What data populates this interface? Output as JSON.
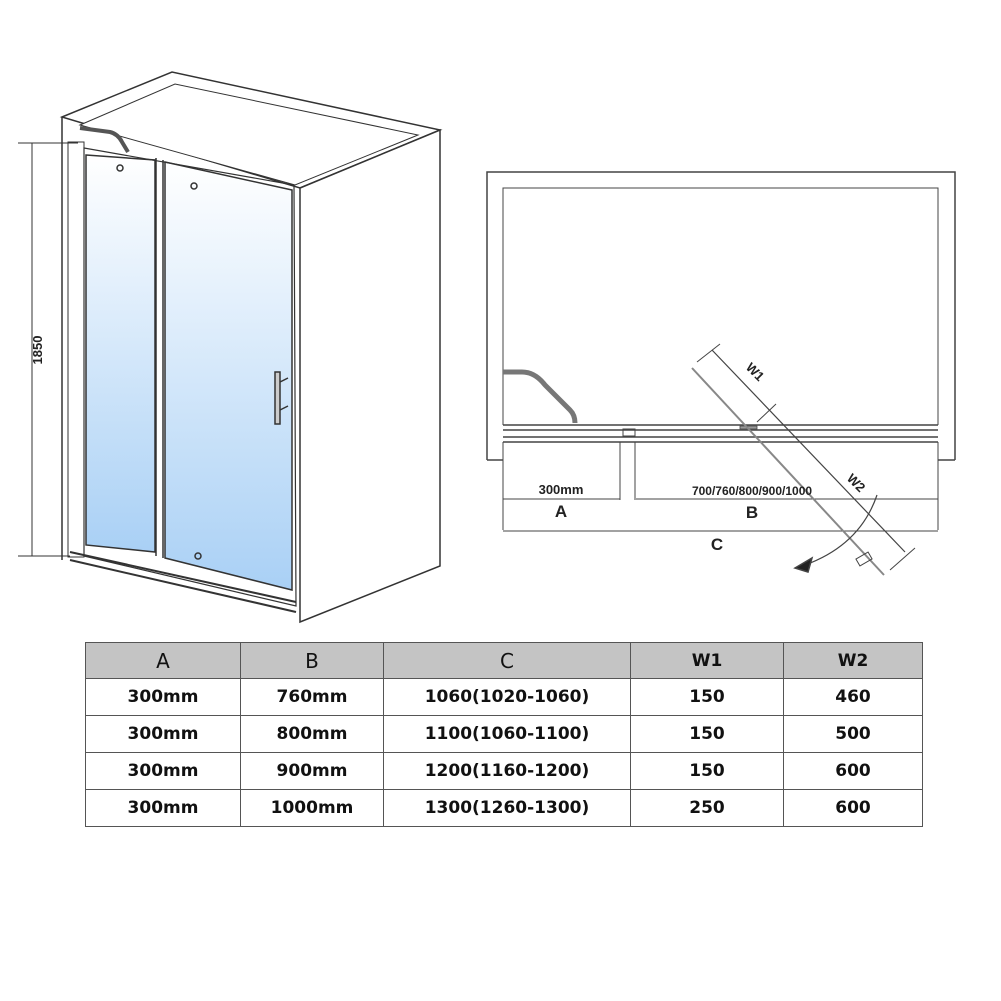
{
  "elevation": {
    "height_label": "1850"
  },
  "plan": {
    "a_value": "300mm",
    "b_value": "700/760/800/900/1000",
    "a_label": "A",
    "b_label": "B",
    "c_label": "C",
    "w1_label": "W1",
    "w2_label": "W2"
  },
  "table": {
    "headers": [
      "A",
      "B",
      "C",
      "W1",
      "W2"
    ],
    "rows": [
      [
        "300mm",
        "760mm",
        "1060(1020-1060)",
        "150",
        "460"
      ],
      [
        "300mm",
        "800mm",
        "1100(1060-1100)",
        "150",
        "500"
      ],
      [
        "300mm",
        "900mm",
        "1200(1160-1200)",
        "150",
        "600"
      ],
      [
        "300mm",
        "1000mm",
        "1300(1260-1300)",
        "250",
        "600"
      ]
    ]
  },
  "colors": {
    "glass_top": "#ffffff",
    "glass_bottom": "#a9d0f5",
    "header_bg": "#c4c4c4"
  }
}
